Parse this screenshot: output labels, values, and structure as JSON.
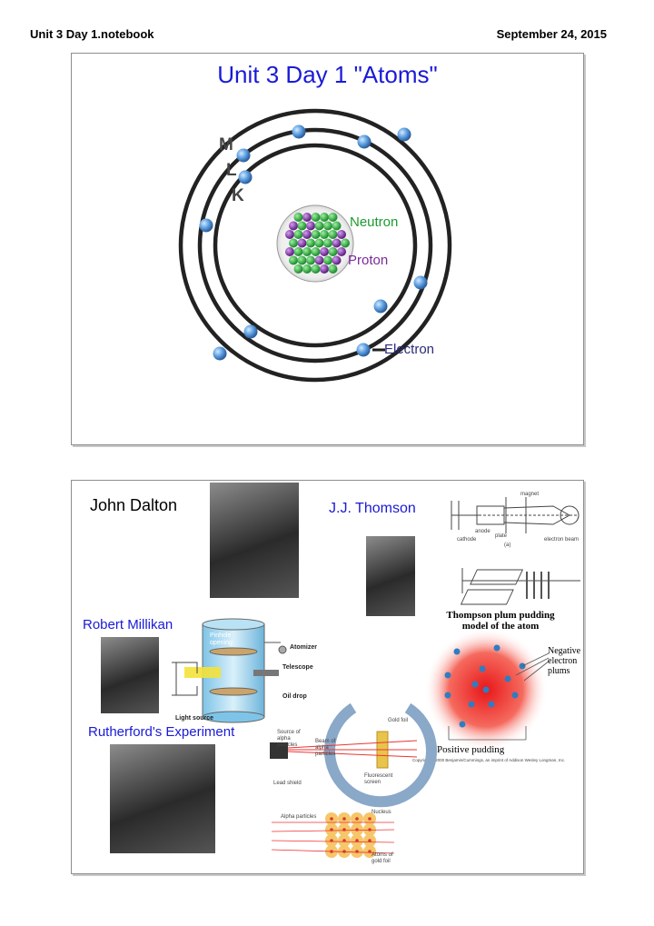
{
  "header": {
    "notebook": "Unit 3 Day 1.notebook",
    "date": "September 24, 2015"
  },
  "slide1": {
    "title": "Unit 3 Day 1 \"Atoms\"",
    "shells": [
      "M",
      "L",
      "K"
    ],
    "labels": {
      "neutron": "Neutron",
      "proton": "Proton",
      "electron": "Electron"
    },
    "colors": {
      "neutron": "#1a9c2c",
      "proton": "#7a2a9a",
      "electron_label": "#2b2b7a"
    }
  },
  "slide2": {
    "dalton": "John Dalton",
    "thomson": "J.J. Thomson",
    "millikan": "Robert Millikan",
    "rutherford": "Rutherford's Experiment",
    "cathode_diagram": {
      "magnet": "magnet",
      "anode": "anode",
      "plate": "plate",
      "cathode": "cathode",
      "electron_beam": "electron beam",
      "part": "(a)"
    },
    "plum_pudding": {
      "title_line1": "Thompson plum pudding",
      "title_line2": "model of the atom",
      "negative_line1": "Negative",
      "negative_line2": "electron",
      "negative_line3": "plums",
      "positive": "Positive pudding",
      "copyright": "Copyright © 2000 Benjamin/Cummings, an imprint of Addison Wesley Longman, Inc."
    },
    "millikan_apparatus": {
      "pinhole_line1": "Pinhole",
      "pinhole_line2": "opening",
      "atomizer": "Atomizer",
      "telescope": "Telescope",
      "oil_drop": "Oil drop",
      "light_source": "Light source"
    },
    "gold_foil": {
      "source_line1": "Source of",
      "source_line2": "alpha",
      "source_line3": "particles",
      "beam_line1": "Beam of",
      "beam_line2": "alpha",
      "beam_line3": "particles",
      "gold_foil": "Gold foil",
      "screen_line1": "Fluorescent",
      "screen_line2": "screen",
      "lead_shield": "Lead shield",
      "alpha_particles": "Alpha particles",
      "nucleus": "Nucleus",
      "atoms_line1": "Atoms of",
      "atoms_line2": "gold foil"
    }
  }
}
